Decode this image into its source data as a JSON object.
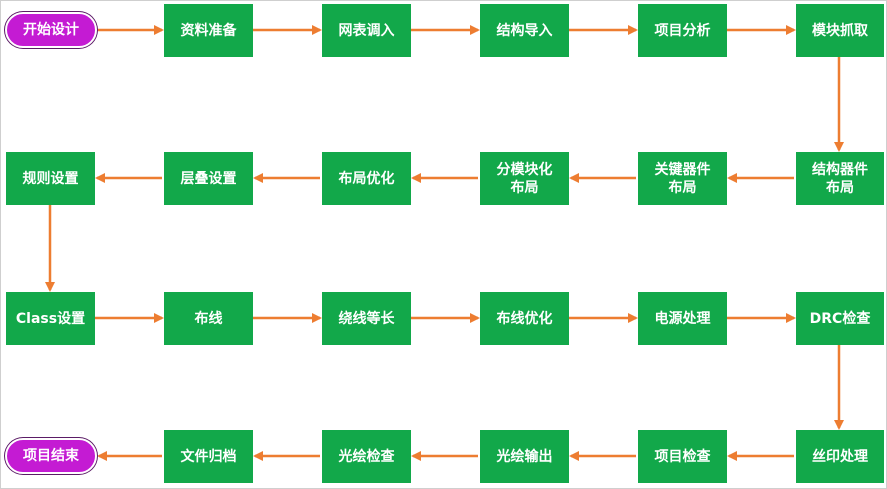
{
  "colors": {
    "process": "#12a84a",
    "terminal": "#c41bd3",
    "arrow": "#ed7d31",
    "text": "#ffffff"
  },
  "nodes": {
    "start": "开始设计",
    "material_prep": "资料准备",
    "netlist_import": "网表调入",
    "structure_import": "结构导入",
    "project_analysis": "项目分析",
    "module_grab": "模块抓取",
    "structure_parts_layout": "结构器件\n布局",
    "key_parts_layout": "关键器件\n布局",
    "module_layout": "分模块化\n布局",
    "layout_optimize": "布局优化",
    "stackup_setting": "层叠设置",
    "rule_setting": "规则设置",
    "class_setting": "Class设置",
    "routing": "布线",
    "length_matching": "绕线等长",
    "routing_optimize": "布线优化",
    "power_processing": "电源处理",
    "drc_check": "DRC检查",
    "silkscreen_processing": "丝印处理",
    "project_check": "项目检查",
    "gerber_output": "光绘输出",
    "gerber_check": "光绘检查",
    "file_archive": "文件归档",
    "end": "项目结束"
  }
}
